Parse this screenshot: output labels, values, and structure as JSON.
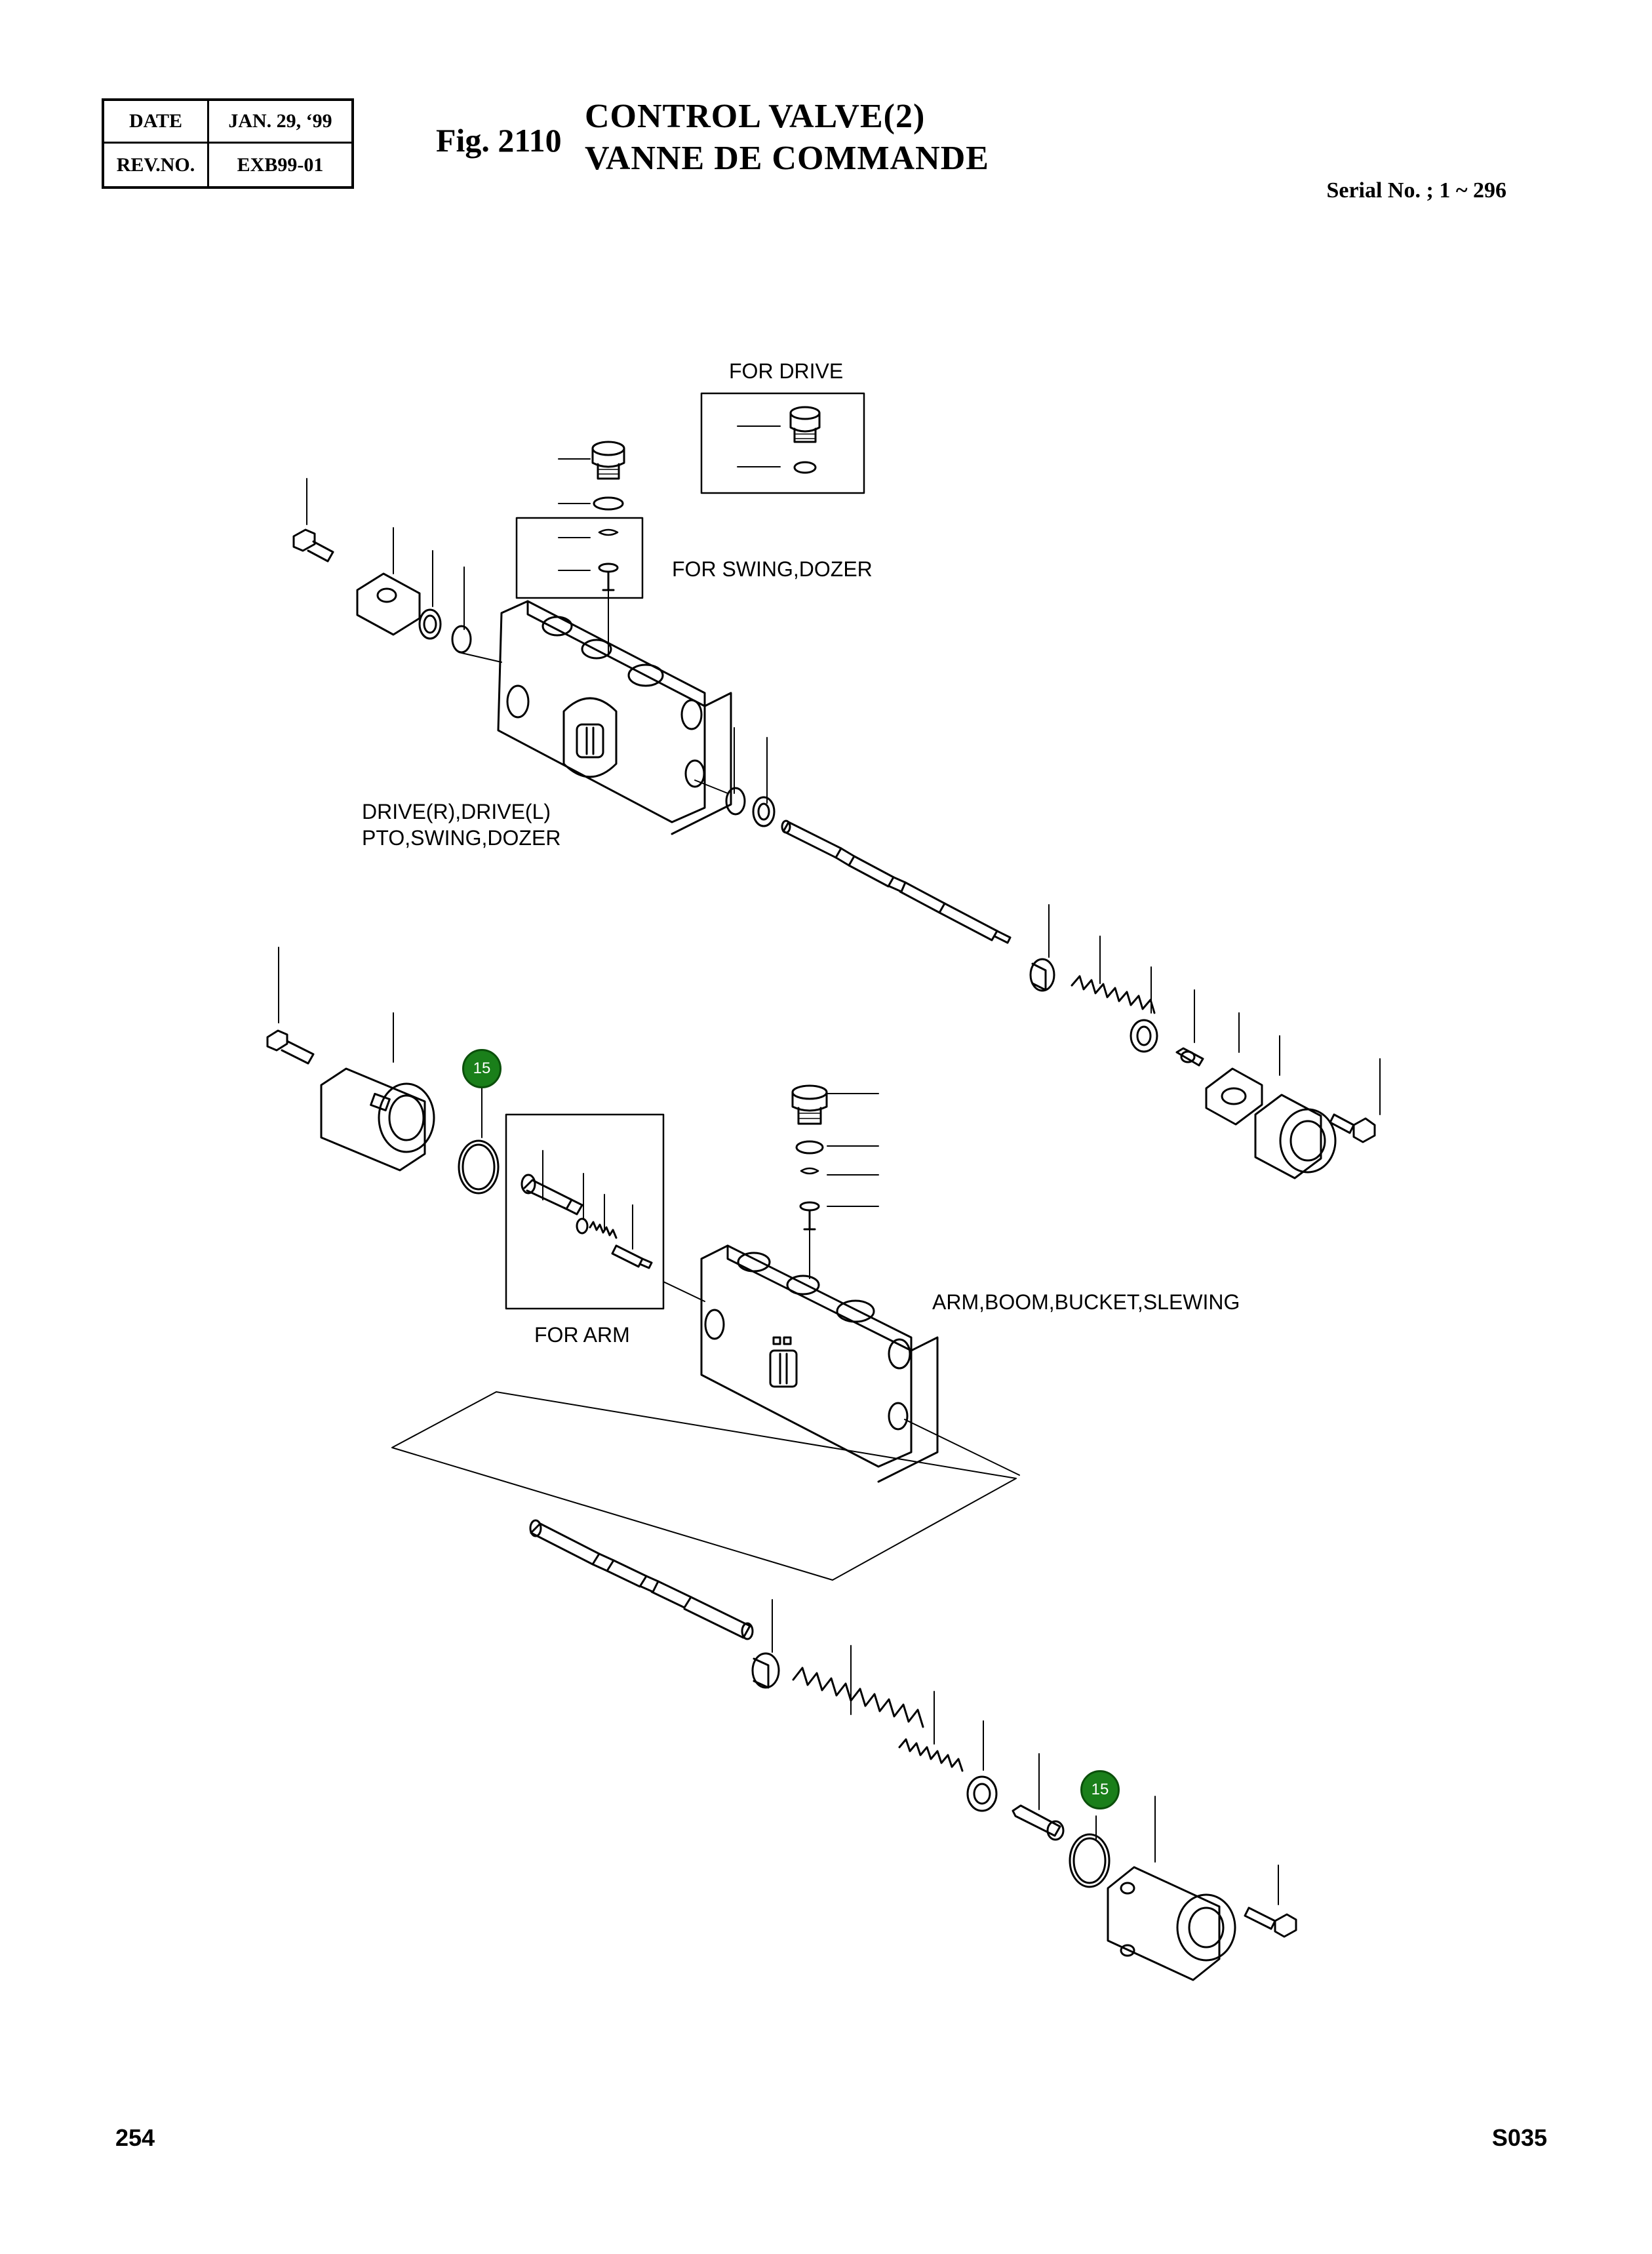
{
  "header": {
    "date_label": "DATE",
    "date_value": "JAN. 29, ‘99",
    "rev_label": "REV.NO.",
    "rev_value": "EXB99-01",
    "fig_label": "Fig. 2110",
    "title_line1": "CONTROL VALVE(2)",
    "title_line2": "VANNE DE COMMANDE",
    "serial": "Serial No. ; 1 ~ 296"
  },
  "labels": {
    "for_drive": "FOR DRIVE",
    "for_swing_dozer": "FOR SWING,DOZER",
    "drive_line1": "DRIVE(R),DRIVE(L)",
    "drive_line2": "PTO,SWING,DOZER",
    "for_arm": "FOR ARM",
    "arm_boom": "ARM,BOOM,BUCKET,SLEWING"
  },
  "callouts": {
    "upper": "15",
    "lower": "15"
  },
  "colors": {
    "callout_fill": "#1a7f1a",
    "line": "#000000"
  },
  "footer": {
    "page_number": "254",
    "code": "S035"
  }
}
